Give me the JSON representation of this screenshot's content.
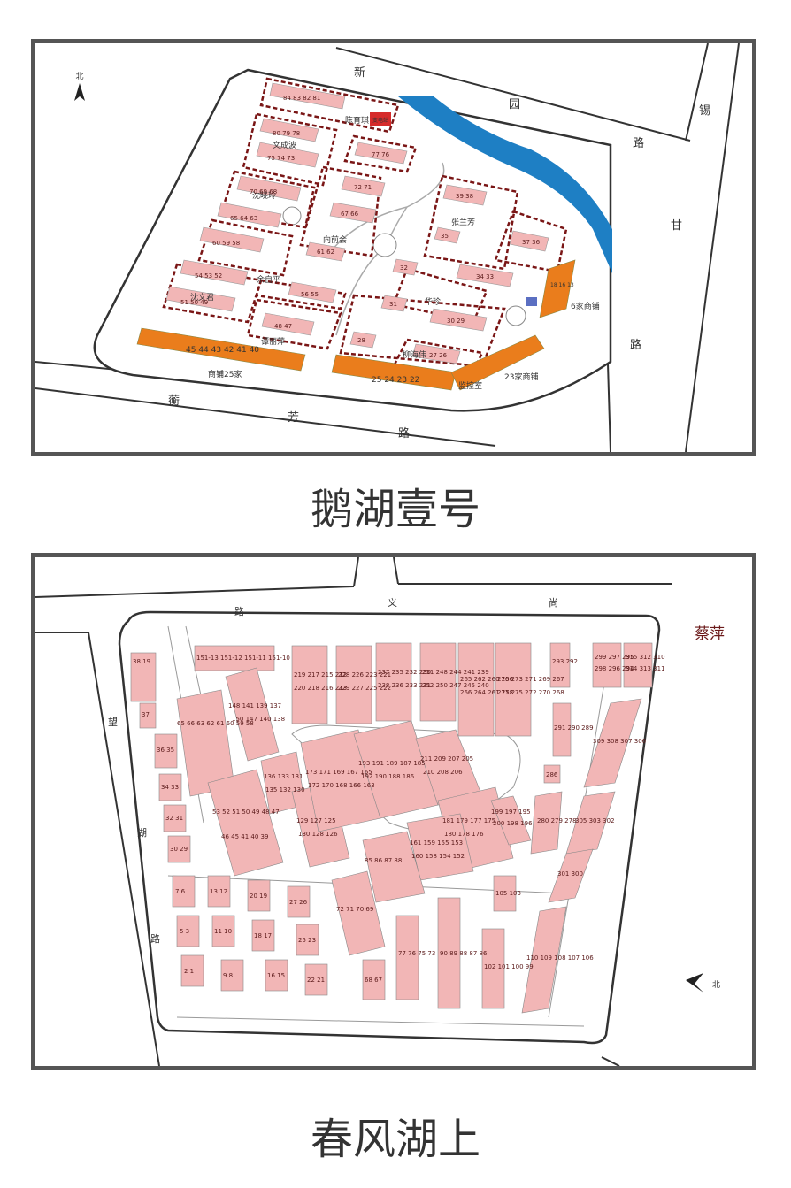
{
  "map1": {
    "caption": "鹅湖壹号",
    "north": "北",
    "roads": {
      "top": [
        "新",
        "园",
        "路"
      ],
      "right_top": "锡",
      "right": [
        "甘",
        "路"
      ],
      "bottom": [
        "蘅",
        "芳",
        "路"
      ]
    },
    "substation": "变电站",
    "group_labels": [
      "陈育琪",
      "文成波",
      "沈晓玲",
      "向前会",
      "张兰芳",
      "余自平",
      "沈文君",
      "华珍",
      "谭丽萍",
      "柳海伟",
      "监控室"
    ],
    "blocks": [
      "84 83 82 81",
      "80 79 78",
      "75 74 73",
      "70 69 68",
      "65 64 63",
      "60 59 58",
      "54 53 52",
      "51 50 49",
      "77 76",
      "72 71",
      "67 66",
      "61 62",
      "39 38",
      "35",
      "37 36",
      "32",
      "34 33",
      "31",
      "30 29",
      "28",
      "27 26",
      "48 47",
      "56 55"
    ],
    "shops": [
      {
        "label": "45 44 43 42 41 40",
        "sub": "商铺25家"
      },
      {
        "label": "25 24 23 22",
        "sub": ""
      },
      {
        "label": "23家商铺",
        "sub": ""
      },
      {
        "label": "18 16 13",
        "sub": "6家商铺"
      }
    ]
  },
  "map2": {
    "caption": "春风湖上",
    "north": "北",
    "roads": {
      "top": [
        "路",
        "义",
        "尚"
      ],
      "left": [
        "望",
        "湖",
        "路"
      ]
    },
    "corner_label": "蔡萍",
    "blocks": [
      "38 19",
      "37",
      "36 35",
      "34 33",
      "32 31",
      "30 29",
      "65 66 63 62 61 60 59 58",
      "53 52 51 50 49 48 47",
      "46 45 41 40 39",
      "7 6",
      "5 3",
      "2 1",
      "13 12",
      "11 10",
      "9 8",
      "20 19",
      "18 17",
      "16 15",
      "27 26",
      "25 23",
      "22 21",
      "72 71 70 69",
      "68 67",
      "77 76 75 73",
      "90 89 88 87 86",
      "102 101 100 99",
      "105 103",
      "110 109 108 107 106",
      "151-13 151-12 151-11 151-10",
      "219 217 215 212",
      "220 218 216 213",
      "228 226 223 221",
      "229 227 225 222",
      "237 235 232 230",
      "238 236 233 231",
      "251 248 244 241 239",
      "252 250 247 245 240",
      "265 262 260 256",
      "266 264 261 258",
      "276 273 271 269 267",
      "277 275 272 270 268",
      "293 292",
      "299 297 295",
      "298 296 294",
      "315 312 310",
      "314 313 311",
      "148 141 139 137",
      "150 147 140 138",
      "136 133 131",
      "135 132 130",
      "129 127 125",
      "130 128 126",
      "173 171 169 167 165",
      "172 170 168 166 163",
      "193 191 189 187 185",
      "192 190 188 186",
      "211 209 207 205",
      "210 208 206",
      "181 179 177 175",
      "180 178 176",
      "199 197 195",
      "200 198 196",
      "161 159 155 153",
      "160 158 154 152",
      "85 86 87 88",
      "291 290 289",
      "286",
      "280 279 278",
      "309 308 307 306",
      "305 303 302",
      "301 300"
    ]
  }
}
